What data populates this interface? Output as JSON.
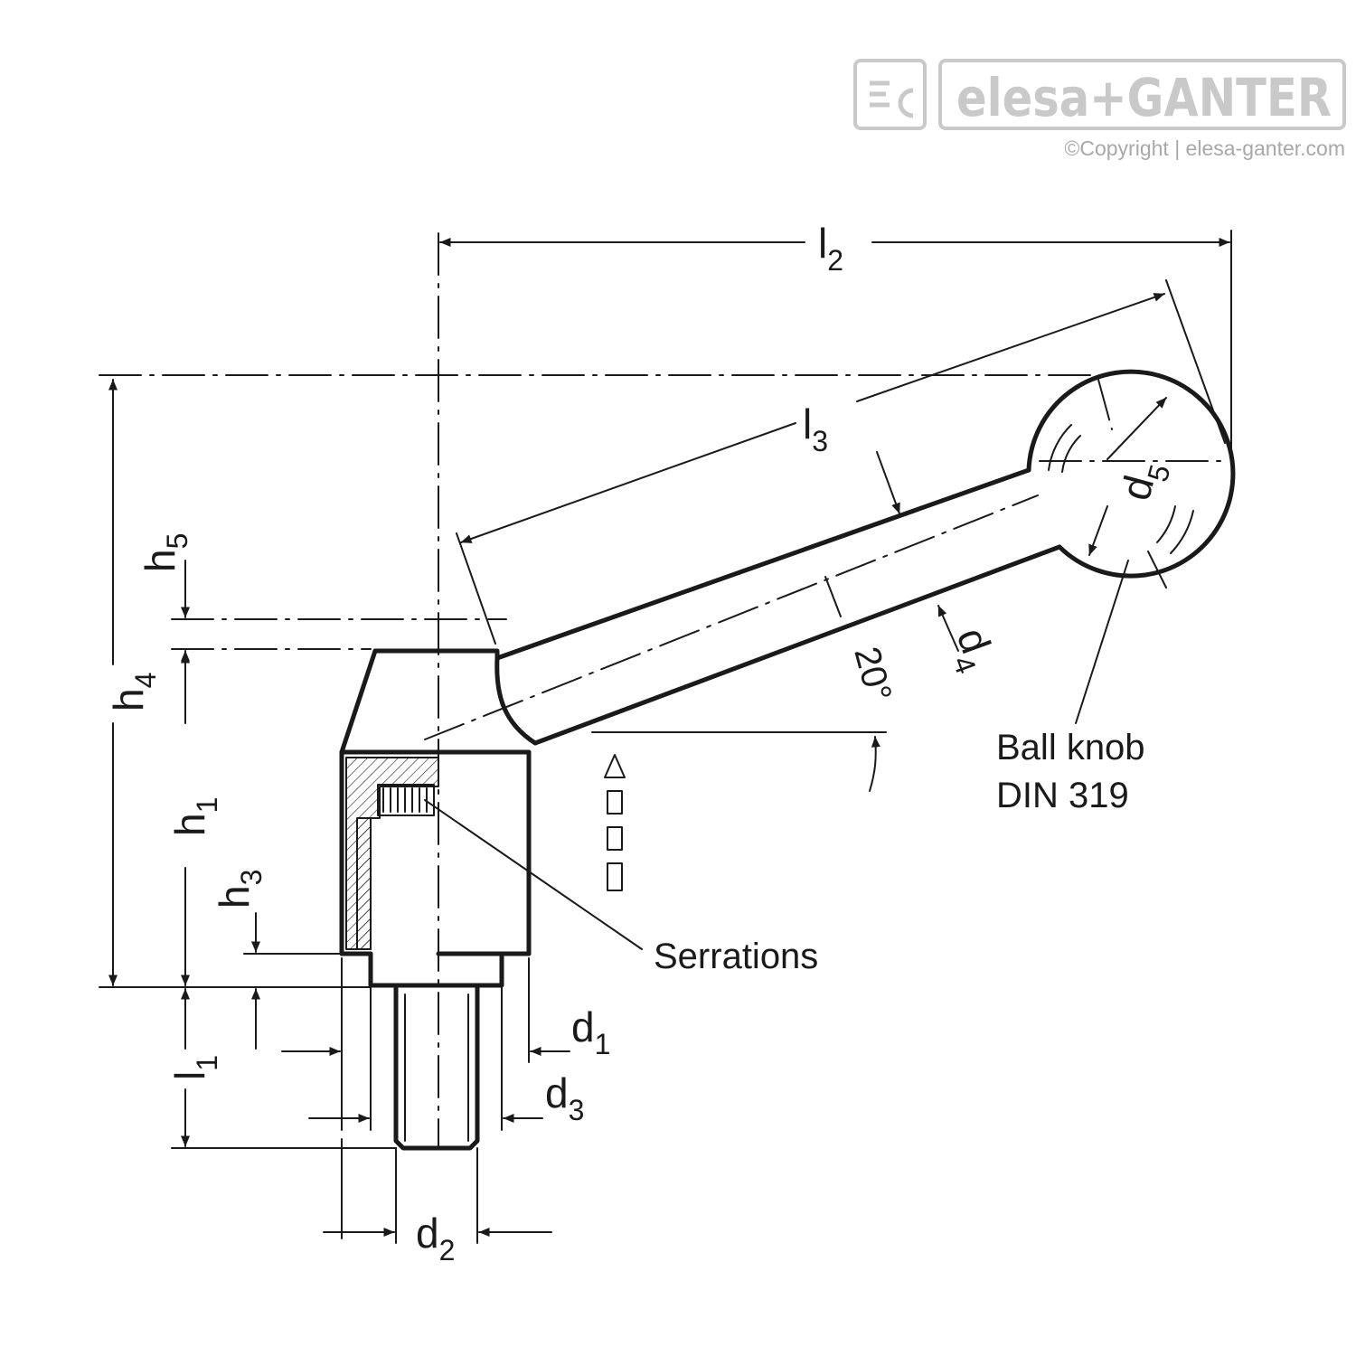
{
  "logo": {
    "brand_text": "elesa+GANTER",
    "copyright_line": "©Copyright | elesa-ganter.com"
  },
  "dimensions": {
    "l2": {
      "base": "l",
      "sub": "2"
    },
    "l3": {
      "base": "l",
      "sub": "3"
    },
    "l1": {
      "base": "l",
      "sub": "1"
    },
    "h1": {
      "base": "h",
      "sub": "1"
    },
    "h3": {
      "base": "h",
      "sub": "3"
    },
    "h4": {
      "base": "h",
      "sub": "4"
    },
    "h5": {
      "base": "h",
      "sub": "5"
    },
    "d1": {
      "base": "d",
      "sub": "1"
    },
    "d2": {
      "base": "d",
      "sub": "2"
    },
    "d3": {
      "base": "d",
      "sub": "3"
    },
    "d4": {
      "base": "d",
      "sub": "4"
    },
    "d5": {
      "base": "d",
      "sub": "5"
    }
  },
  "angle_label": "20°",
  "callouts": {
    "ball_knob_line1": "Ball knob",
    "ball_knob_line2": "DIN 319",
    "serrations": "Serrations"
  },
  "colors": {
    "line": "#1a1a1a",
    "logo_grey": "#c9c9c9",
    "copyright_grey": "#a8a8a8"
  }
}
